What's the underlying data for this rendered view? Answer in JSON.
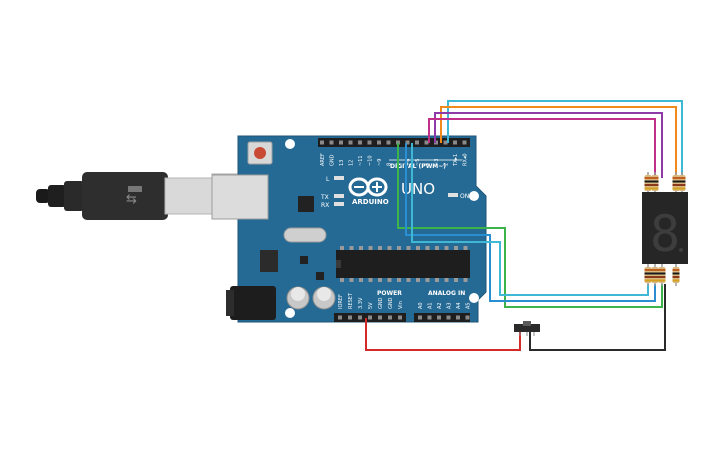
{
  "board": {
    "brand": "ARDUINO",
    "model": "UNO",
    "digital_header_label": "DIGITAL (PWM~)",
    "power_label": "POWER",
    "analog_label": "ANALOG IN",
    "on_label": "ON",
    "l_label": "L",
    "tx_label": "TX",
    "rx_label": "RX",
    "digital_pins": [
      "AREF",
      "GND",
      "13",
      "12",
      "~11",
      "~10",
      "~9",
      "8",
      "7",
      "~6",
      "~5",
      "4",
      "~3",
      "2",
      "TX▸1",
      "RX◂0"
    ],
    "power_pins": [
      "IOREF",
      "RESET",
      "3.3V",
      "5V",
      "GND",
      "GND",
      "Vin"
    ],
    "analog_pins": [
      "A0",
      "A1",
      "A2",
      "A3",
      "A4",
      "A5"
    ]
  },
  "display": {
    "digit": "8"
  },
  "wire_colors": {
    "cyan": "#3fb8d6",
    "orange": "#f08a1c",
    "purple": "#8e3aa8",
    "magenta": "#c0308a",
    "green": "#3cb44a",
    "blue": "#2a8fd0",
    "red": "#d42a2a",
    "black": "#2a2a2a"
  },
  "colors": {
    "board": "#256a94",
    "board_dark": "#1c5478"
  }
}
